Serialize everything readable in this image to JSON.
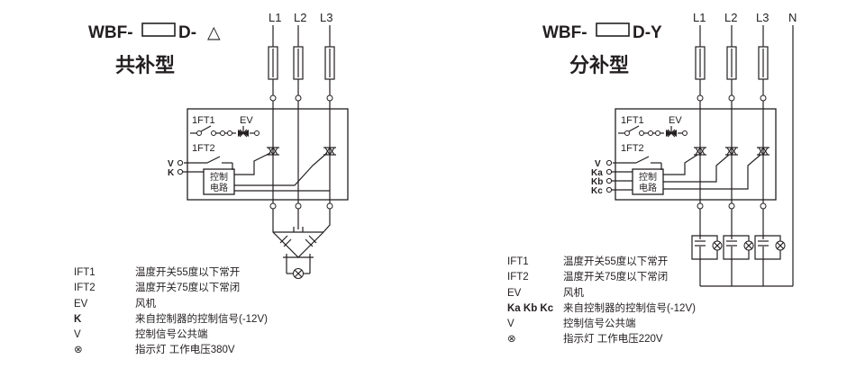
{
  "left_panel": {
    "model": "WBF-",
    "model_suffix": "D-",
    "connection_symbol": "△",
    "title": "共补型",
    "phases": [
      "L1",
      "L2",
      "L3"
    ],
    "unit_labels": {
      "ft1": "1FT1",
      "ev": "EV",
      "ft2": "1FT2",
      "circuit_line1": "控制",
      "circuit_line2": "电路"
    },
    "terminals": [
      "V",
      "K"
    ],
    "legend": [
      {
        "symbol": "IFT1",
        "desc": "温度开关55度以下常开"
      },
      {
        "symbol": "IFT2",
        "desc": "温度开关75度以下常闭"
      },
      {
        "symbol": "EV",
        "desc": "风机"
      },
      {
        "symbol": "K",
        "desc": "来自控制器的控制信号(-12V)"
      },
      {
        "symbol": "V",
        "desc": "控制信号公共端"
      },
      {
        "symbol": "⊗",
        "desc": "指示灯 工作电压380V"
      }
    ]
  },
  "right_panel": {
    "model": "WBF-",
    "model_suffix": "D-Y",
    "title": "分补型",
    "phases": [
      "L1",
      "L2",
      "L3",
      "N"
    ],
    "unit_labels": {
      "ft1": "1FT1",
      "ev": "EV",
      "ft2": "1FT2",
      "circuit_line1": "控制",
      "circuit_line2": "电路"
    },
    "terminals": [
      "V",
      "Ka",
      "Kb",
      "Kc"
    ],
    "legend": [
      {
        "symbol": "IFT1",
        "desc": "温度开关55度以下常开"
      },
      {
        "symbol": "IFT2",
        "desc": "温度开关75度以下常闭"
      },
      {
        "symbol": "EV",
        "desc": "风机"
      },
      {
        "symbol": "Ka Kb Kc",
        "desc": "来自控制器的控制信号(-12V)"
      },
      {
        "symbol": "V",
        "desc": "控制信号公共端"
      },
      {
        "symbol": "⊗",
        "desc": "指示灯 工作电压220V"
      }
    ]
  }
}
